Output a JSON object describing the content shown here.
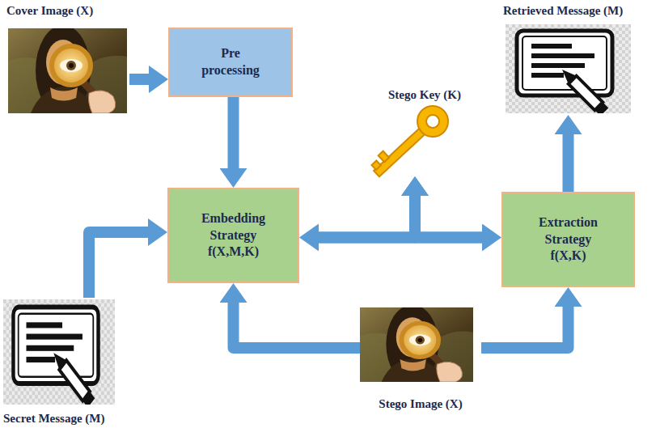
{
  "diagram": {
    "nodes": [
      {
        "text": [
          "Cover Image (X)"
        ]
      },
      {
        "text": [
          "Pre processing"
        ]
      },
      {
        "text": [
          "Retrieved Message (M)"
        ]
      },
      {
        "text": [
          "Stego Key (K)"
        ]
      },
      {
        "text": [
          "Embedding Strategy",
          "f(X,M,K)"
        ]
      },
      {
        "text": [
          "Extraction Strategy",
          "f(X,K)"
        ]
      },
      {
        "text": [
          "Secret Message (M)"
        ]
      },
      {
        "text": [
          "Stego Image (X)"
        ]
      }
    ],
    "edges": [
      {
        "from": 0,
        "to": 1,
        "arrow": "to"
      },
      {
        "from": 1,
        "to": 4,
        "arrow": "to"
      },
      {
        "from": 6,
        "to": 4,
        "arrow": "to"
      },
      {
        "from": 4,
        "to": 5,
        "arrow": "both"
      },
      {
        "from": 4,
        "to": 3,
        "arrow": "to"
      },
      {
        "from": 5,
        "to": 3,
        "arrow": "to"
      },
      {
        "from": 7,
        "to": 4,
        "arrow": "to"
      },
      {
        "from": 7,
        "to": 5,
        "arrow": "to"
      },
      {
        "from": 5,
        "to": 2,
        "arrow": "to"
      }
    ]
  }
}
